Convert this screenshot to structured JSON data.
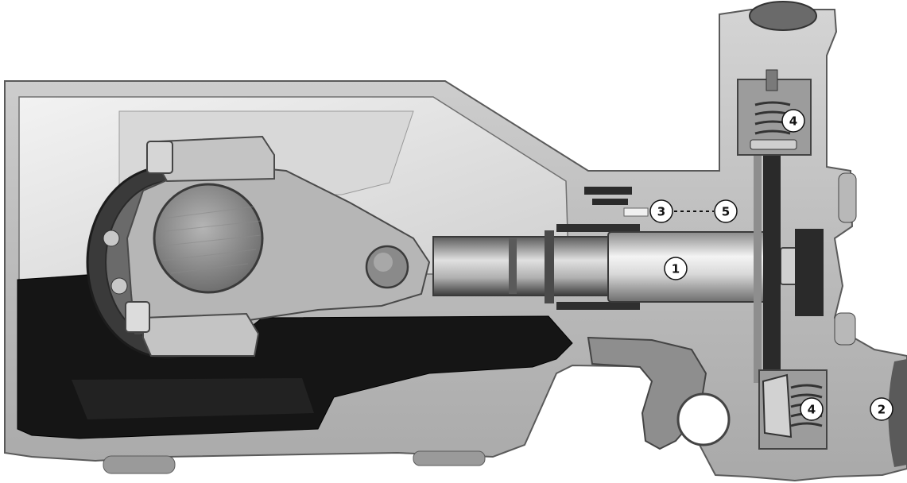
{
  "diagram": {
    "callouts": [
      {
        "id": "1",
        "label": "1"
      },
      {
        "id": "2",
        "label": "2"
      },
      {
        "id": "3",
        "label": "3"
      },
      {
        "id": "4a",
        "label": "4"
      },
      {
        "id": "4b",
        "label": "4"
      },
      {
        "id": "5",
        "label": "5"
      }
    ]
  },
  "colors": {
    "background": "#ffffff",
    "metal_light": "#c9c9c9",
    "metal_mid": "#a8a8a8",
    "metal_dark": "#7a7a7a",
    "cavity_light": "#e6e6e6",
    "oil_dark": "#151515",
    "piston_light": "#eeeeee"
  }
}
